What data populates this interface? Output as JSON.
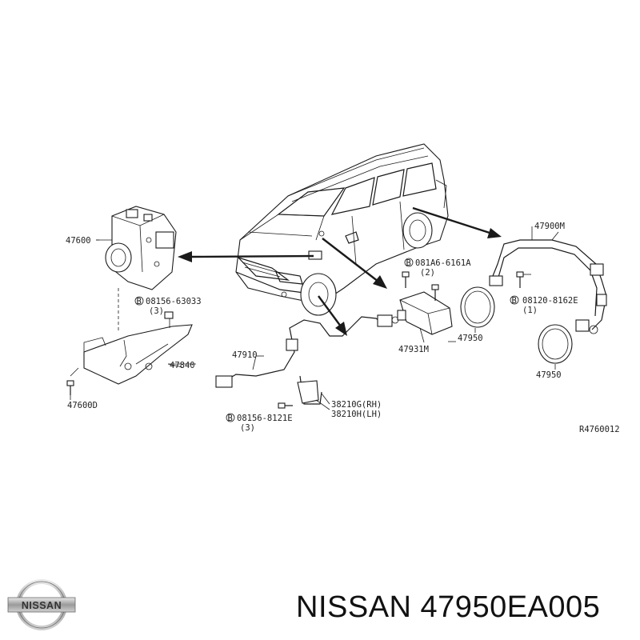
{
  "diagram_id": "R4760012",
  "title": "NISSAN 47950EA005",
  "logo_text": "NISSAN",
  "labels": {
    "abs_actuator": "47600",
    "bolt_b1": "08156-63033",
    "bolt_b1_qty": "(3)",
    "bracket": "47840",
    "bolt_small": "47600D",
    "front_sensor": "47910",
    "bolt_b2": "08156-8121E",
    "bolt_b2_qty": "(3)",
    "bracket_rh": "38210G(RH)",
    "bracket_lh": "38210H(LH)",
    "bolt_b3": "081A6-6161A",
    "bolt_b3_qty": "(2)",
    "module": "47931M",
    "ring_front": "47950",
    "rear_harness": "47900M",
    "bolt_b4": "08120-8162E",
    "bolt_b4_qty": "(1)",
    "ring_rear": "47950"
  },
  "bolt_marker": "B",
  "colors": {
    "ink": "#1a1a1a",
    "background": "#ffffff"
  }
}
